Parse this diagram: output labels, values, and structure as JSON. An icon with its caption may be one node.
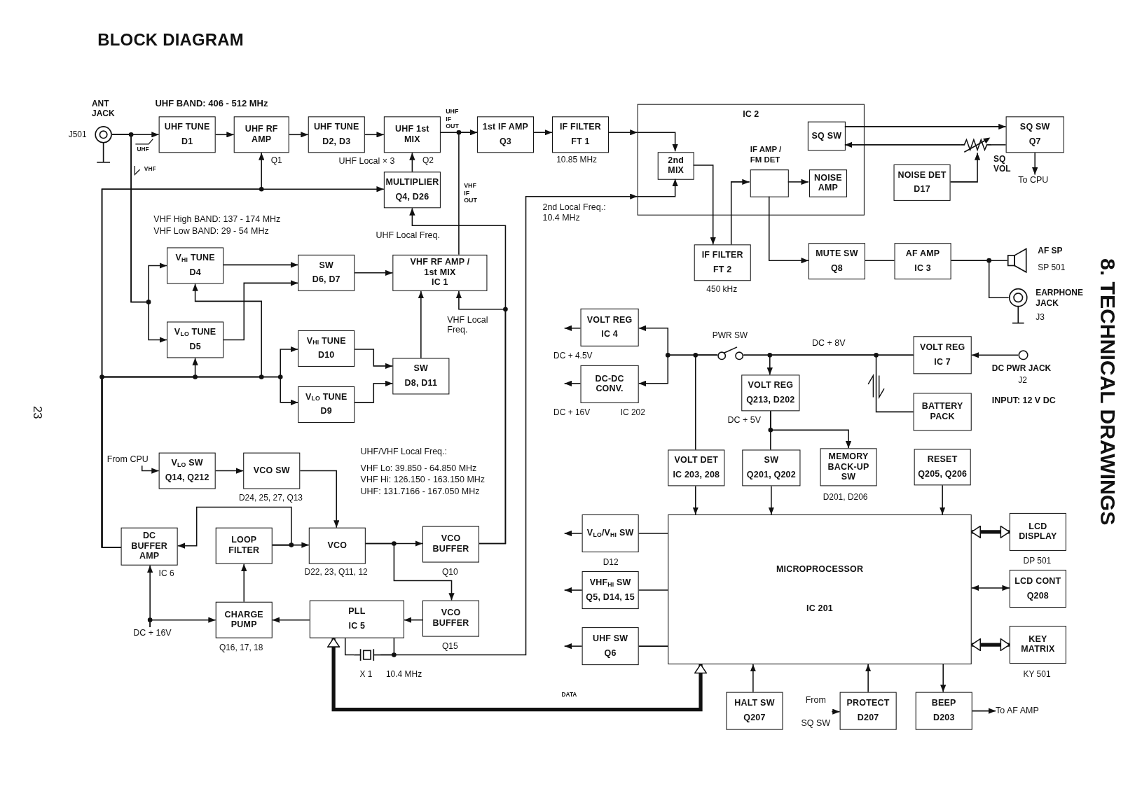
{
  "diagram": {
    "title": "BLOCK DIAGRAM",
    "nodes": [
      {
        "text": [],
        "shape": "picture",
        "beside": [
          "ANT JACK",
          "J501"
        ]
      },
      {
        "text": [
          "UHF TUNE",
          "D1"
        ]
      },
      {
        "text": [
          "UHF RF AMP"
        ],
        "beside": [
          "Q1"
        ]
      },
      {
        "text": [
          "UHF TUNE",
          "D2, D3"
        ]
      },
      {
        "text": [
          "UHF 1st MIX"
        ],
        "beside": [
          "Q2"
        ]
      },
      {
        "text": [
          "1st IF AMP",
          "Q3"
        ]
      },
      {
        "text": [
          "IF FILTER",
          "FT 1"
        ],
        "beside": [
          "10.85 MHz"
        ]
      },
      {
        "text": [
          "IC 2"
        ]
      },
      {
        "text": [
          "2nd MIX"
        ],
        "in": 7
      },
      {
        "text": [
          "IF AMP / FM DET"
        ],
        "in": 7
      },
      {
        "text": [
          "SQ SW"
        ],
        "in": 7
      },
      {
        "text": [
          "NOISE AMP"
        ],
        "in": 7
      },
      {
        "text": [
          "SQ SW",
          "Q7"
        ]
      },
      {
        "text": [
          "NOISE DET",
          "D17"
        ]
      },
      {
        "text": [],
        "shape": "picture",
        "beside": [
          "SQ VOL"
        ]
      },
      {
        "text": [
          "To CPU"
        ]
      },
      {
        "text": [
          "IF FILTER",
          "FT 2"
        ],
        "beside": [
          "450 kHz"
        ]
      },
      {
        "text": [
          "MUTE SW",
          "Q8"
        ]
      },
      {
        "text": [
          "AF AMP",
          "IC 3"
        ]
      },
      {
        "text": [],
        "shape": "speaker",
        "beside": [
          "AF SP",
          "SP 501"
        ]
      },
      {
        "text": [],
        "shape": "picture",
        "beside": [
          "EARPHONE JACK",
          "J3"
        ]
      },
      {
        "text": [
          "MULTIPLIER",
          "Q4, D26"
        ]
      },
      {
        "text": [
          "V$_{HI}$ TUNE",
          "D4"
        ]
      },
      {
        "text": [
          "V$_{LO}$ TUNE",
          "D5"
        ]
      },
      {
        "text": [
          "SW",
          "D6, D7"
        ]
      },
      {
        "text": [
          "VHF RF AMP / 1st MIX",
          "IC 1"
        ]
      },
      {
        "text": [
          "V$_{HI}$ TUNE",
          "D10"
        ]
      },
      {
        "text": [
          "SW",
          "D8, D11"
        ]
      },
      {
        "text": [
          "V$_{LO}$ TUNE",
          "D9"
        ]
      },
      {
        "text": [
          "From CPU"
        ]
      },
      {
        "text": [
          "V$_{LO}$ SW",
          "Q14, Q212"
        ]
      },
      {
        "text": [
          "VCO SW"
        ],
        "beside": [
          "D24, 25, 27, Q13"
        ]
      },
      {
        "text": [
          "DC BUFFER AMP"
        ],
        "beside": [
          "IC 6"
        ]
      },
      {
        "text": [
          "LOOP FILTER"
        ]
      },
      {
        "text": [
          "VCO"
        ],
        "beside": [
          "D22, 23, Q11, 12"
        ]
      },
      {
        "text": [
          "VCO BUFFER"
        ],
        "beside": [
          "Q10"
        ]
      },
      {
        "text": [
          "DC + 16V"
        ]
      },
      {
        "text": [
          "CHARGE PUMP"
        ],
        "beside": [
          "Q16, 17, 18"
        ]
      },
      {
        "text": [
          "PLL",
          "IC 5"
        ]
      },
      {
        "text": [
          "VCO BUFFER"
        ],
        "beside": [
          "Q15"
        ]
      },
      {
        "text": [],
        "shape": "picture",
        "beside": [
          "X 1",
          "10.4 MHz"
        ]
      },
      {
        "text": [
          "VOLT REG",
          "IC 4"
        ],
        "beside": [
          "DC + 4.5V"
        ]
      },
      {
        "text": [
          "DC-DC CONV."
        ],
        "beside": [
          "DC + 16V",
          "IC 202"
        ]
      },
      {
        "text": [],
        "shape": "picture",
        "beside": [
          "PWR SW"
        ]
      },
      {
        "text": [
          "VOLT REG",
          "Q213, D202"
        ]
      },
      {
        "text": [
          "VOLT REG",
          "IC 7"
        ]
      },
      {
        "text": [],
        "shape": "circle",
        "beside": [
          "DC PWR JACK",
          "J2"
        ]
      },
      {
        "text": [
          "BATTERY PACK"
        ]
      },
      {
        "text": [
          "VOLT DET",
          "IC 203, 208"
        ]
      },
      {
        "text": [
          "SW",
          "Q201, Q202"
        ]
      },
      {
        "text": [
          "MEMORY BACK-UP SW"
        ],
        "beside": [
          "D201, D206"
        ]
      },
      {
        "text": [
          "RESET",
          "Q205, Q206"
        ]
      },
      {
        "text": [
          "MICROPROCESSOR",
          "IC 201"
        ]
      },
      {
        "text": [
          "V$_{LO}$/V$_{HI}$ SW"
        ],
        "beside": [
          "D12"
        ]
      },
      {
        "text": [
          "VHF$_{HI}$ SW",
          "Q5, D14, 15"
        ]
      },
      {
        "text": [
          "UHF SW",
          "Q6"
        ]
      },
      {
        "text": [
          "LCD DISPLAY"
        ],
        "beside": [
          "DP 501"
        ]
      },
      {
        "text": [
          "LCD CONT",
          "Q208"
        ]
      },
      {
        "text": [
          "KEY MATRIX"
        ],
        "beside": [
          "KY 501"
        ]
      },
      {
        "text": [
          "HALT SW",
          "Q207"
        ]
      },
      {
        "text": [
          "From",
          "SQ SW"
        ]
      },
      {
        "text": [
          "PROTECT",
          "D207"
        ]
      },
      {
        "text": [
          "BEEP",
          "D203"
        ]
      },
      {
        "text": [
          "To AF AMP"
        ]
      }
    ],
    "edges": [
      {
        "from": 0,
        "to": 1,
        "arrow": "to"
      },
      {
        "from": 1,
        "to": 2,
        "arrow": "to"
      },
      {
        "from": 2,
        "to": 3,
        "arrow": "to"
      },
      {
        "from": 3,
        "to": 4,
        "arrow": "to"
      },
      {
        "from": 4,
        "to": 5,
        "arrow": "to",
        "label": "UHF IF OUT"
      },
      {
        "from": 5,
        "to": 6,
        "arrow": "to"
      },
      {
        "from": 6,
        "to": 7,
        "arrow": "to"
      },
      {
        "from": 7,
        "to": 8,
        "arrow": "to"
      },
      {
        "from": 8,
        "to": 16,
        "arrow": "to"
      },
      {
        "from": 16,
        "to": 9,
        "arrow": "to"
      },
      {
        "from": 9,
        "to": 11,
        "arrow": "to"
      },
      {
        "from": 9,
        "to": 17,
        "arrow": "to"
      },
      {
        "from": 10,
        "to": 12,
        "arrow": "to"
      },
      {
        "from": 12,
        "to": 14,
        "arrow": "none"
      },
      {
        "from": 14,
        "to": 10,
        "arrow": "to"
      },
      {
        "from": 13,
        "to": 14,
        "arrow": "to"
      },
      {
        "from": 12,
        "to": 15,
        "arrow": "to"
      },
      {
        "from": 17,
        "to": 18,
        "arrow": "none"
      },
      {
        "from": 18,
        "to": 19,
        "arrow": "none"
      },
      {
        "from": 18,
        "to": 20,
        "arrow": "none"
      },
      {
        "from": 32,
        "to": 2,
        "arrow": "to"
      },
      {
        "from": 32,
        "to": 21,
        "arrow": "to"
      },
      {
        "from": 32,
        "to": 23,
        "arrow": "to"
      },
      {
        "from": 32,
        "to": 22,
        "arrow": "to"
      },
      {
        "from": 32,
        "to": 26,
        "arrow": "to"
      },
      {
        "from": 32,
        "to": 28,
        "arrow": "to"
      },
      {
        "from": 0,
        "to": 22,
        "arrow": "to"
      },
      {
        "from": 0,
        "to": 23,
        "arrow": "to"
      },
      {
        "from": 22,
        "to": 24,
        "arrow": "to"
      },
      {
        "from": 23,
        "to": 24,
        "arrow": "to"
      },
      {
        "from": 24,
        "to": 25,
        "arrow": "to"
      },
      {
        "from": 26,
        "to": 27,
        "arrow": "to"
      },
      {
        "from": 28,
        "to": 27,
        "arrow": "to"
      },
      {
        "from": 27,
        "to": 25,
        "arrow": "to"
      },
      {
        "from": 25,
        "to": 5,
        "arrow": "to",
        "label": "VHF IF OUT"
      },
      {
        "from": 35,
        "to": 25,
        "arrow": "to",
        "label": "VHF Local Freq."
      },
      {
        "from": 35,
        "to": 21,
        "arrow": "to",
        "label": "UHF Local Freq."
      },
      {
        "from": 21,
        "to": 4,
        "arrow": "to",
        "label": "UHF Local × 3"
      },
      {
        "from": 29,
        "to": 30,
        "arrow": "to"
      },
      {
        "from": 30,
        "to": 31,
        "arrow": "to"
      },
      {
        "from": 31,
        "to": 34,
        "arrow": "to"
      },
      {
        "from": 33,
        "to": 34,
        "arrow": "to"
      },
      {
        "from": 33,
        "to": 32,
        "arrow": "to"
      },
      {
        "from": 34,
        "to": 35,
        "arrow": "to"
      },
      {
        "from": 34,
        "to": 39,
        "arrow": "to"
      },
      {
        "from": 39,
        "to": 38,
        "arrow": "to"
      },
      {
        "from": 38,
        "to": 37,
        "arrow": "to"
      },
      {
        "from": 37,
        "to": 33,
        "arrow": "to"
      },
      {
        "from": 36,
        "to": 37,
        "arrow": "to"
      },
      {
        "from": 36,
        "to": 32,
        "arrow": "to"
      },
      {
        "from": 38,
        "to": 40,
        "arrow": "none"
      },
      {
        "from": 40,
        "to": 38,
        "arrow": "none"
      },
      {
        "from": 40,
        "to": 7,
        "arrow": "to",
        "label": "2nd Local Freq.: 10.4 MHz"
      },
      {
        "from": 7,
        "to": 8,
        "arrow": "to"
      },
      {
        "from": 38,
        "to": 52,
        "arrow": "both",
        "style": "thick",
        "label": "DATA"
      },
      {
        "from": 45,
        "to": 43,
        "arrow": "none",
        "label": "DC + 8V"
      },
      {
        "from": 43,
        "to": 41,
        "arrow": "to"
      },
      {
        "from": 43,
        "to": 42,
        "arrow": "to"
      },
      {
        "from": 43,
        "to": 48,
        "arrow": "none"
      },
      {
        "from": 45,
        "to": 44,
        "arrow": "to"
      },
      {
        "from": 47,
        "to": 43,
        "arrow": "none"
      },
      {
        "from": 46,
        "to": 45,
        "arrow": "to"
      },
      {
        "from": 41,
        "to": null,
        "arrow": "to"
      },
      {
        "from": 42,
        "to": null,
        "arrow": "to"
      },
      {
        "from": 44,
        "to": 49,
        "arrow": "none",
        "label": "DC + 5V"
      },
      {
        "from": 44,
        "to": 50,
        "arrow": "to"
      },
      {
        "from": 48,
        "to": 52,
        "arrow": "to"
      },
      {
        "from": 49,
        "to": 52,
        "arrow": "to"
      },
      {
        "from": 51,
        "to": 52,
        "arrow": "to"
      },
      {
        "from": 52,
        "to": 53,
        "arrow": "none"
      },
      {
        "from": 53,
        "to": null,
        "arrow": "to"
      },
      {
        "from": 52,
        "to": 54,
        "arrow": "none"
      },
      {
        "from": 54,
        "to": null,
        "arrow": "to"
      },
      {
        "from": 52,
        "to": 55,
        "arrow": "none"
      },
      {
        "from": 55,
        "to": null,
        "arrow": "to"
      },
      {
        "from": 52,
        "to": 56,
        "arrow": "both",
        "style": "thick"
      },
      {
        "from": 52,
        "to": 57,
        "arrow": "both"
      },
      {
        "from": 52,
        "to": 58,
        "arrow": "both",
        "style": "thick"
      },
      {
        "from": 59,
        "to": 52,
        "arrow": "to"
      },
      {
        "from": 60,
        "to": 61,
        "arrow": "to"
      },
      {
        "from": 61,
        "to": 52,
        "arrow": "to"
      },
      {
        "from": 52,
        "to": 62,
        "arrow": "to"
      },
      {
        "from": 62,
        "to": 63,
        "arrow": "to"
      }
    ],
    "labels": [
      "UHF BAND: 406 - 512 MHz",
      "UHF",
      "VHF",
      "VHF High BAND: 137 - 174 MHz",
      "VHF Low BAND: 29 - 54 MHz",
      "UHF/VHF Local Freq.:",
      "VHF Lo: 39.850 - 64.850 MHz",
      "VHF Hi: 126.150 - 163.150 MHz",
      "UHF: 131.7166 - 167.050 MHz",
      "INPUT: 12 V DC",
      "8. TECHNICAL DRAWINGS",
      "23"
    ]
  }
}
